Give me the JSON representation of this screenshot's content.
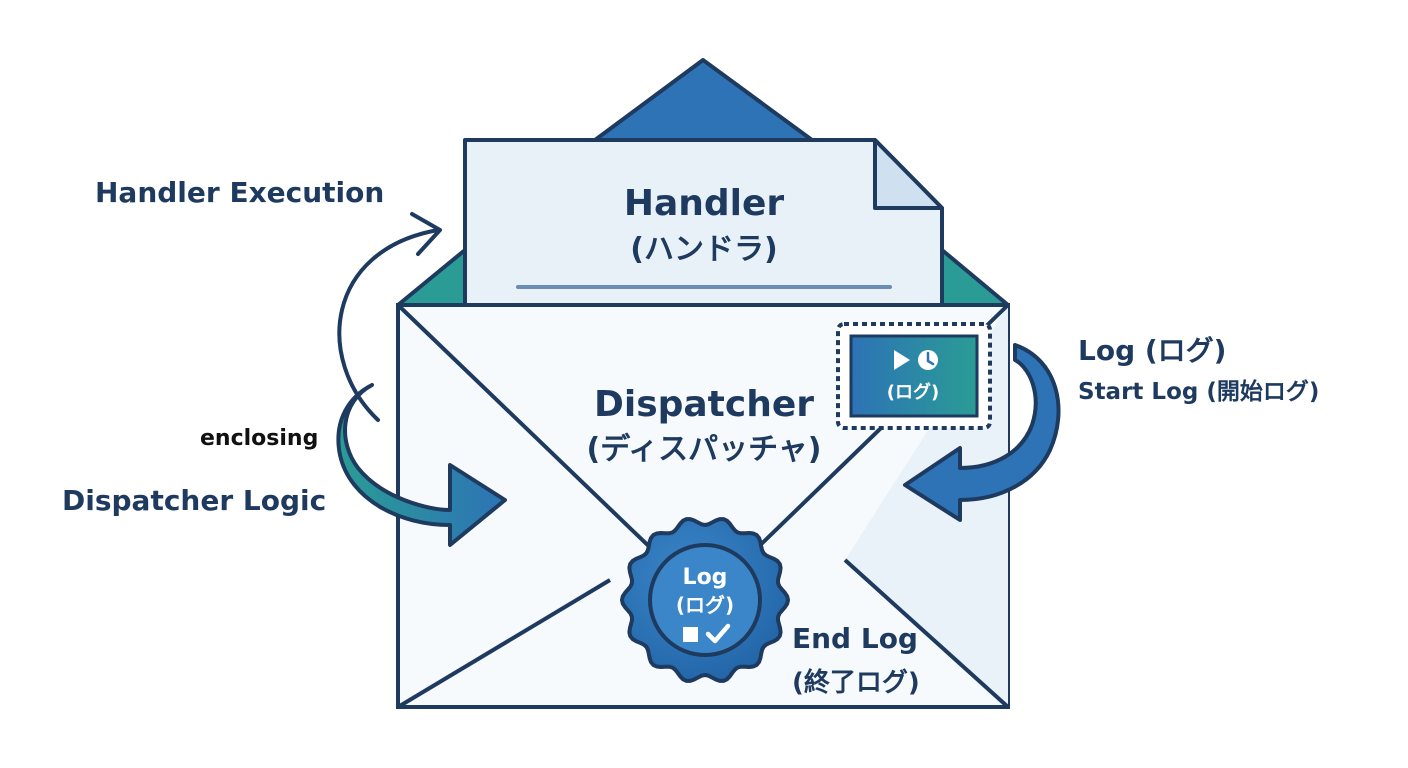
{
  "labels": {
    "handler_execution": "Handler Execution",
    "enclosing": "enclosing",
    "dispatcher_logic": "Dispatcher Logic",
    "log_title": "Log (ログ)",
    "start_log": "Start Log (開始ログ)",
    "end_log": "End Log",
    "end_log_jp": "(終了ログ)"
  },
  "letter": {
    "title": "Handler",
    "subtitle": "(ハンドラ)"
  },
  "envelope": {
    "title": "Dispatcher",
    "subtitle": "(ディスパッチャ)"
  },
  "stamp": {
    "text": "(ログ)",
    "icons": [
      "play-icon",
      "clock-icon"
    ]
  },
  "seal": {
    "title": "Log",
    "subtitle": "(ログ)",
    "icons": [
      "stop-square-icon",
      "checkmark-icon"
    ]
  },
  "colors": {
    "navy": "#1e3a5f",
    "blue": "#2d73b6",
    "teal": "#2a9c95",
    "paper": "#e8f1f8",
    "envelope": "#f6fafd"
  }
}
